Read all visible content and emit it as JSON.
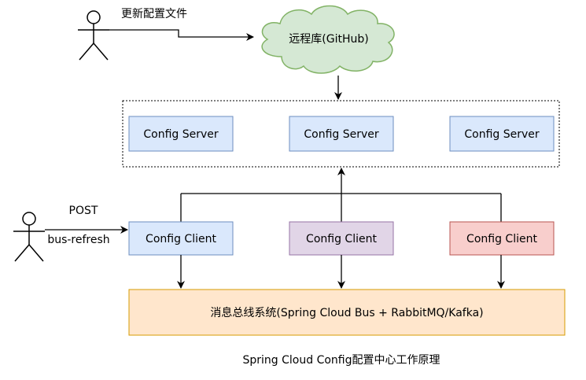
{
  "actors": {
    "updater_label": "更新配置文件",
    "poster_top_label": "POST",
    "poster_bottom_label": "bus-refresh"
  },
  "repo": {
    "label": "远程库(GitHub)",
    "fill": "#d5e8d4",
    "stroke": "#82b366"
  },
  "servers": [
    {
      "label": "Config Server"
    },
    {
      "label": "Config Server"
    },
    {
      "label": "Config Server"
    }
  ],
  "server_style": {
    "fill": "#dae8fc",
    "stroke": "#6c8ebf"
  },
  "clients": [
    {
      "label": "Config Client",
      "fill": "#dae8fc",
      "stroke": "#6c8ebf"
    },
    {
      "label": "Config Client",
      "fill": "#e1d5e7",
      "stroke": "#9673a6"
    },
    {
      "label": "Config Client",
      "fill": "#f8cecc",
      "stroke": "#b85450"
    }
  ],
  "bus": {
    "label": "消息总线系统(Spring Cloud Bus + RabbitMQ/Kafka)",
    "fill": "#ffe6cc",
    "stroke": "#d79b00"
  },
  "caption": "Spring Cloud Config配置中心工作原理"
}
